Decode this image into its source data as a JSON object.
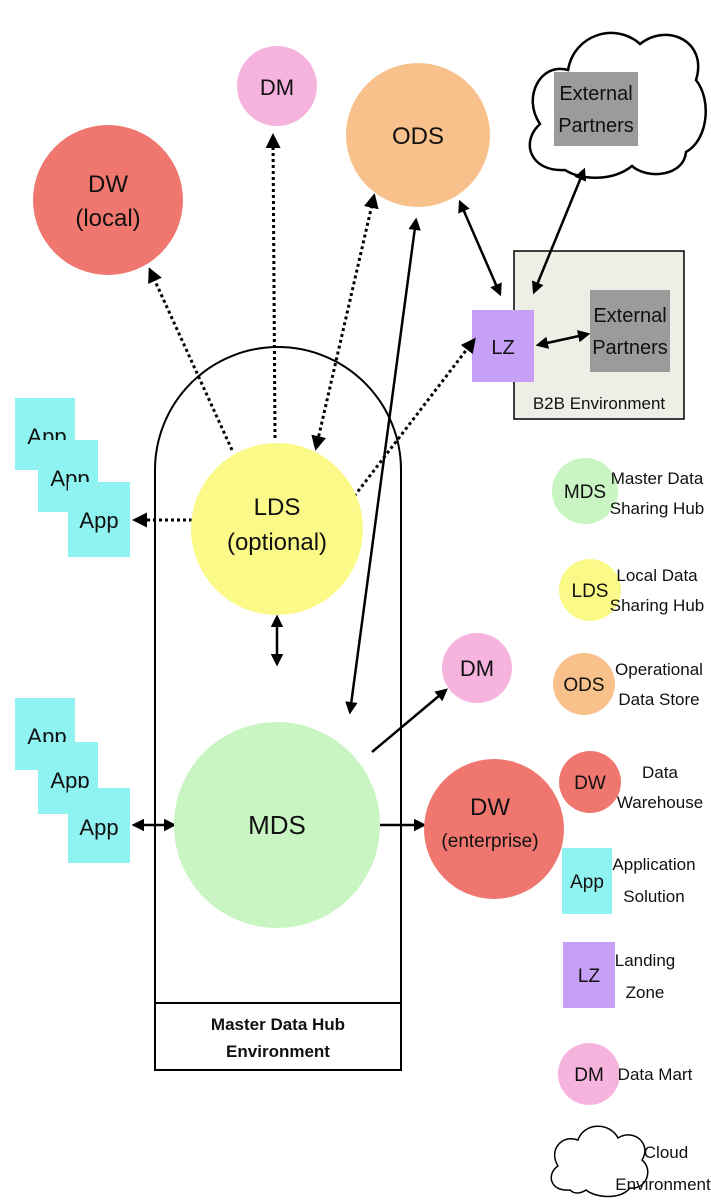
{
  "colors": {
    "mds": "#c8f5c2",
    "lds": "#fbf987",
    "ods": "#f8c18b",
    "dw": "#f0776f",
    "app": "#8ff3f1",
    "lz": "#c6a0f7",
    "dm": "#f5b3de",
    "partner_box": "#9b9b9b",
    "b2b_bg": "#efeee6"
  },
  "hub": {
    "label_line1": "Master Data Hub",
    "label_line2": "Environment"
  },
  "b2b": {
    "label": "B2B Environment",
    "partners_line1": "External",
    "partners_line2": "Partners",
    "lz": "LZ"
  },
  "cloud": {
    "partners_line1": "External",
    "partners_line2": "Partners"
  },
  "nodes": {
    "dw_local_line1": "DW",
    "dw_local_line2": "(local)",
    "dm_top": "DM",
    "ods": "ODS",
    "lds_line1": "LDS",
    "lds_line2": "(optional)",
    "mds": "MDS",
    "dm_right": "DM",
    "dw_ent_line1": "DW",
    "dw_ent_line2": "(enterprise)",
    "app": "App"
  },
  "legend": [
    {
      "abbr": "MDS",
      "line1": "Master Data",
      "line2": "Sharing Hub",
      "icon": "circle",
      "color": "#c8f5c2"
    },
    {
      "abbr": "LDS",
      "line1": "Local Data",
      "line2": "Sharing Hub",
      "icon": "circle",
      "color": "#fbf987"
    },
    {
      "abbr": "ODS",
      "line1": "Operational",
      "line2": "Data Store",
      "icon": "circle",
      "color": "#f8c18b"
    },
    {
      "abbr": "DW",
      "line1": "Data",
      "line2": "Warehouse",
      "icon": "circle",
      "color": "#f0776f"
    },
    {
      "abbr": "App",
      "line1": "Application",
      "line2": "Solution",
      "icon": "square",
      "color": "#8ff3f1"
    },
    {
      "abbr": "LZ",
      "line1": "Landing",
      "line2": "Zone",
      "icon": "square",
      "color": "#c6a0f7"
    },
    {
      "abbr": "DM",
      "line1": "Data Mart",
      "line2": "",
      "icon": "circle",
      "color": "#f5b3de"
    },
    {
      "abbr": "",
      "line1": "Cloud",
      "line2": "Environment",
      "icon": "cloud-icon",
      "color": "#ffffff"
    }
  ]
}
